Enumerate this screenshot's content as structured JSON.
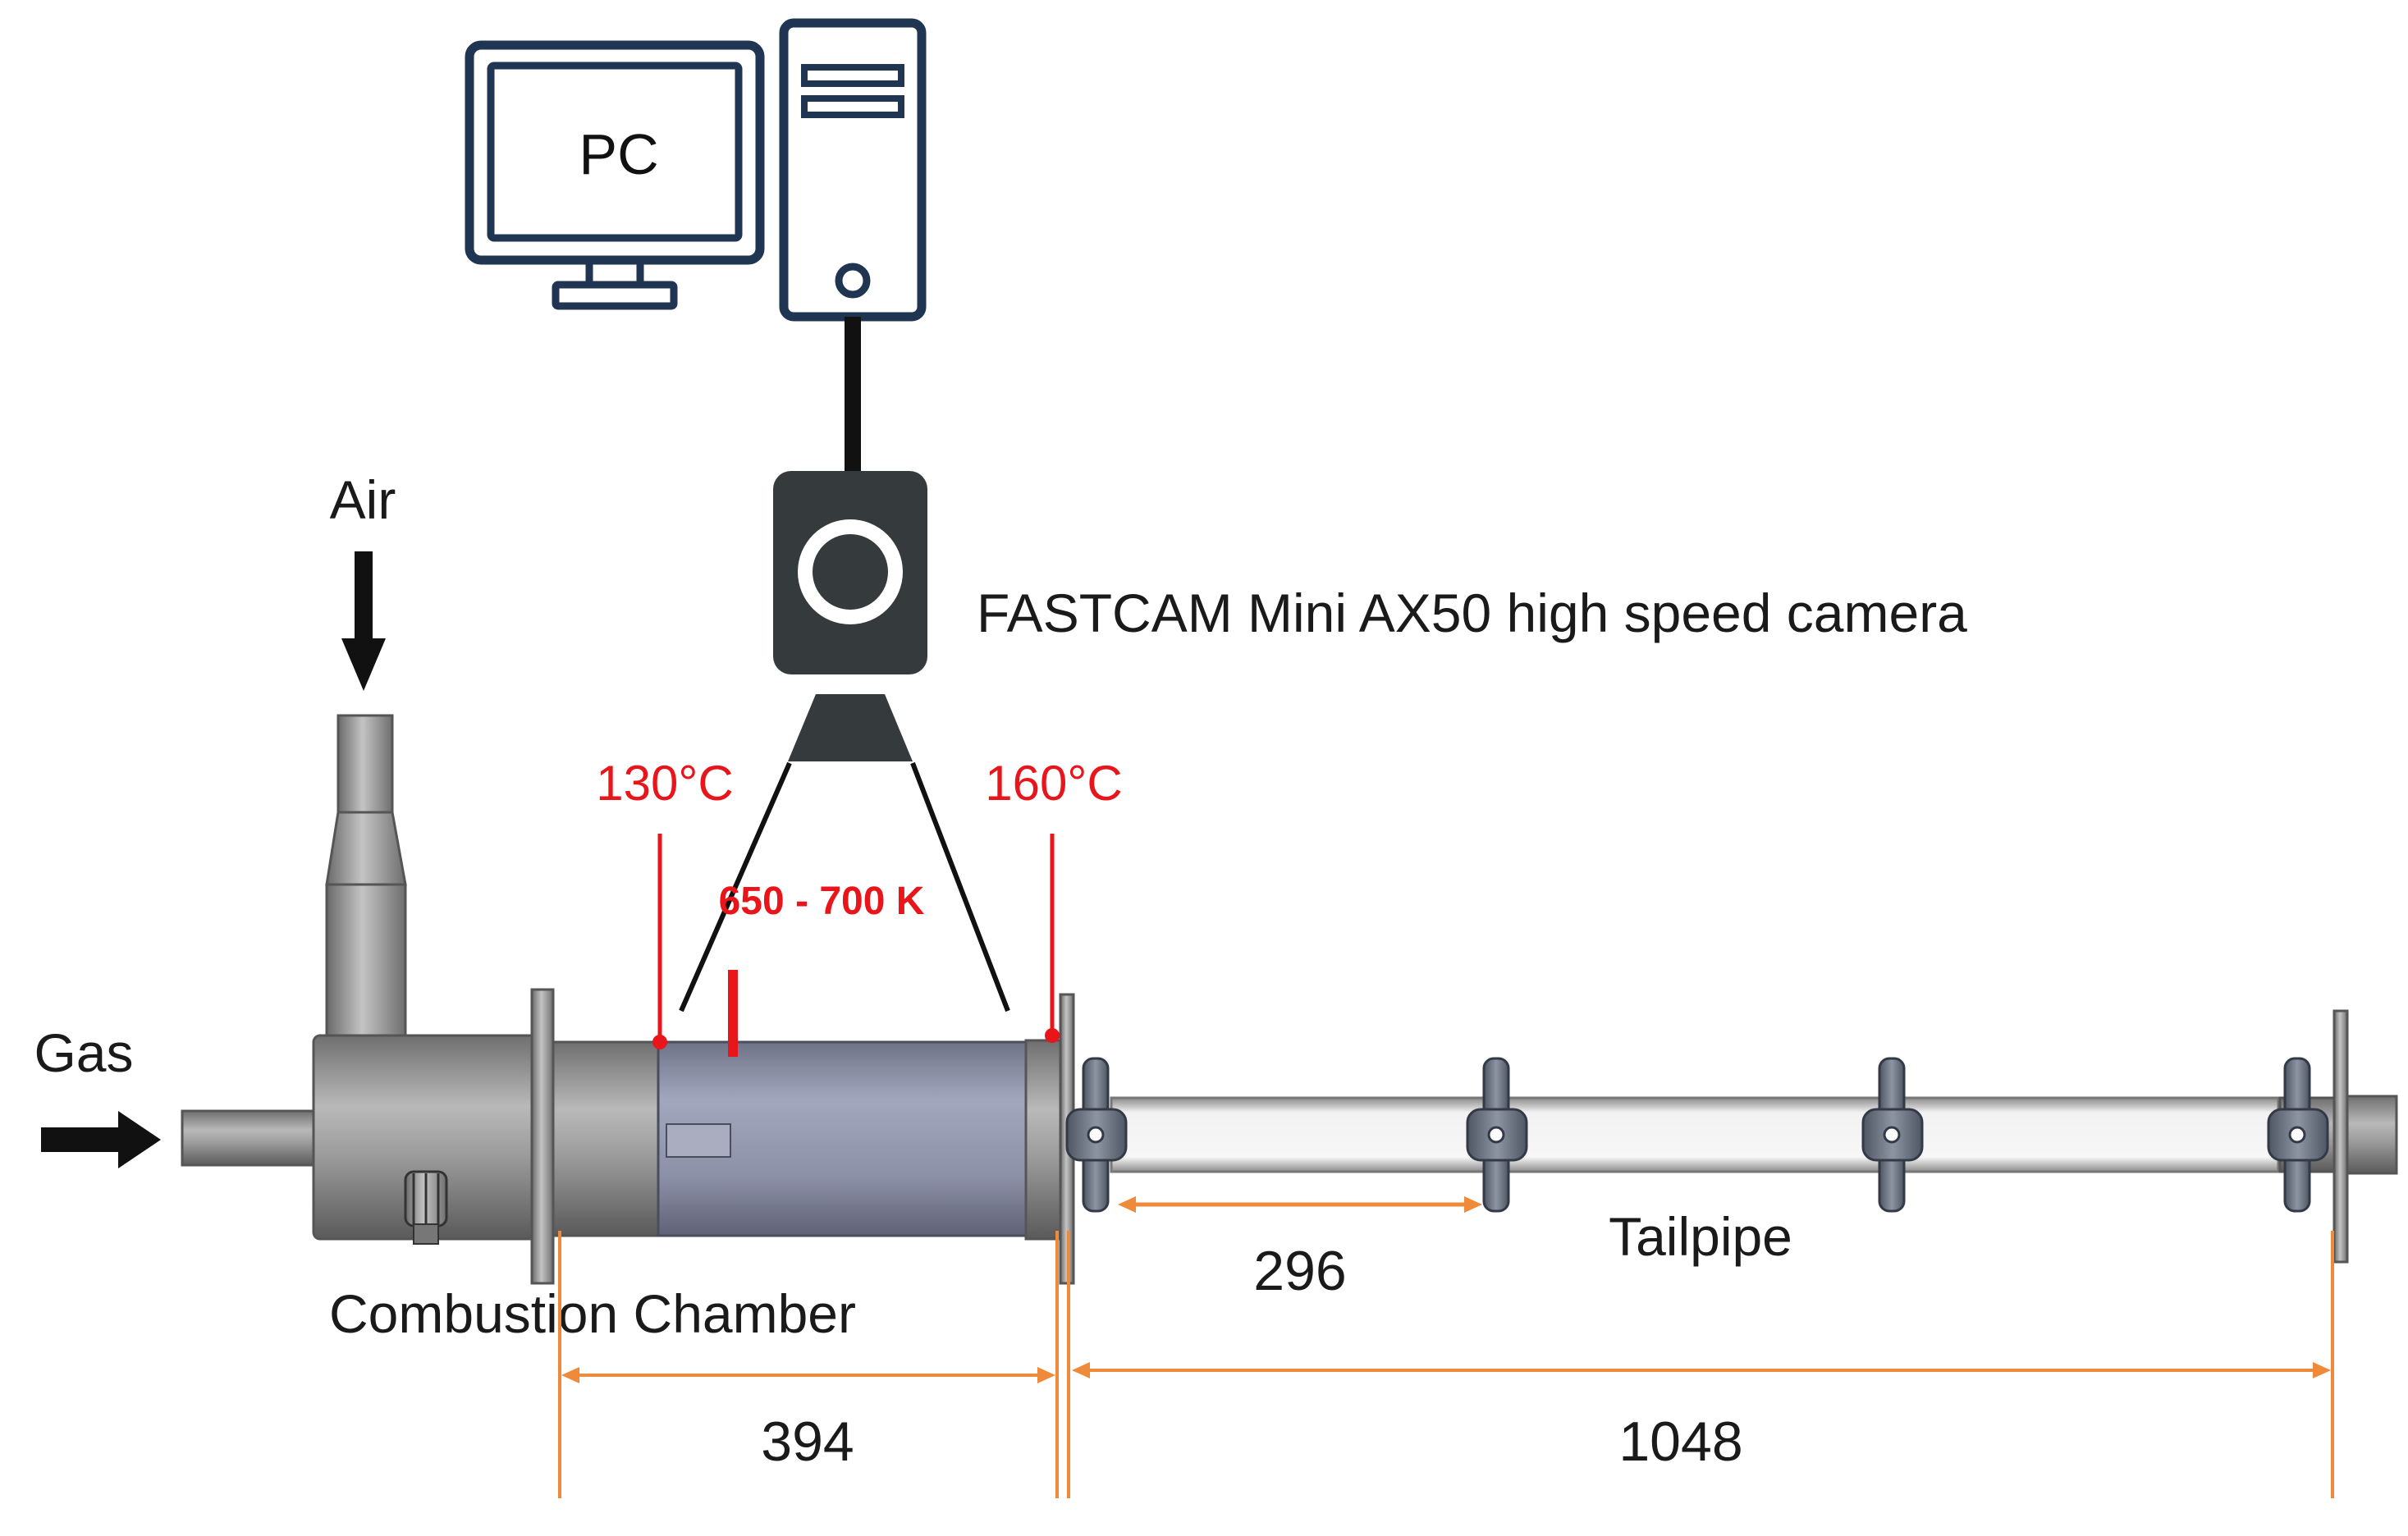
{
  "labels": {
    "pc": "PC",
    "air": "Air",
    "gas": "Gas",
    "camera": "FASTCAM Mini AX50 high speed camera",
    "combustion_chamber": "Combustion Chamber",
    "tailpipe": "Tailpipe"
  },
  "temperatures": {
    "left": "130°C",
    "right": "160°C",
    "chamber": "650 - 700 K"
  },
  "dimensions": {
    "segment": "296",
    "chamber_length": "394",
    "tailpipe_length": "1048"
  },
  "colors": {
    "monitor_stroke": "#1f3552",
    "camera_body": "#353b3d",
    "temp_red": "#e8151b",
    "dimension_orange": "#ee8a3a",
    "chamber_blue_gray": "#8c90a6",
    "steel_gray": "#8c8c8c"
  }
}
